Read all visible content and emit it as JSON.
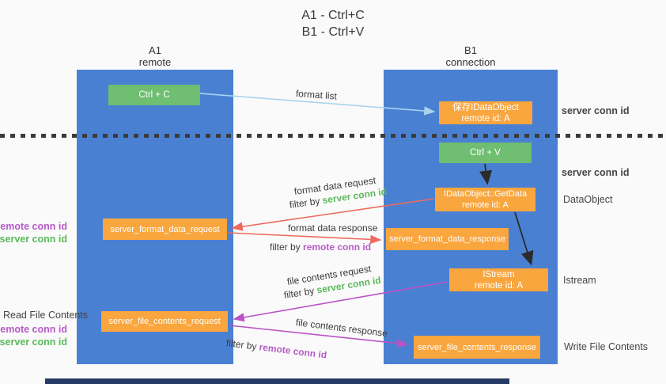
{
  "title": {
    "line1": "A1 - Ctrl+C",
    "line2": "B1 - Ctrl+V"
  },
  "lanes": {
    "left": {
      "title": "A1",
      "subtitle": "remote"
    },
    "right": {
      "title": "B1",
      "subtitle": "connection"
    }
  },
  "nodes": {
    "ctrl_c": {
      "label": "Ctrl + C"
    },
    "ctrl_v": {
      "label": "Ctrl + V"
    },
    "save_idataobject": {
      "line1": "保存IDataObject",
      "line2": "remote id: A"
    },
    "getdata": {
      "line1": "IDataObject::GetData",
      "line2": "remote id: A"
    },
    "istream": {
      "line1": "IStream",
      "line2": "remote id: A"
    },
    "server_format_data_request": {
      "label": "server_format_data_request"
    },
    "server_format_data_response": {
      "label": "server_format_data_response"
    },
    "server_file_contents_request": {
      "label": "server_file_contents_request"
    },
    "server_file_contents_response": {
      "label": "server_file_contents_response"
    }
  },
  "arrow_labels": {
    "format_list": "format list",
    "format_data_request": "format data request",
    "format_data_response": "format data response",
    "file_contents_request": "file contents request",
    "file_contents_response": "file contents response",
    "filter_by": "filter by",
    "server_conn_id": "server conn id",
    "remote_conn_id": "remote conn id"
  },
  "side_labels": {
    "server_conn_id": "server conn id",
    "remote_conn_id": "remote conn id",
    "dataobject": "DataObject",
    "istream": "Istream",
    "read_file_contents": "Read File Contents",
    "write_file_contents": "Write File Contents"
  },
  "colors": {
    "lane_blue": "#4a80d2",
    "box_green": "#6fbe71",
    "box_orange": "#f9a63e",
    "text_green": "#5cb85c",
    "text_purple": "#b55bc7",
    "arrow_red": "#ee6a5c",
    "arrow_magenta": "#bb53c5",
    "arrow_blue": "#a9d3ef",
    "arrow_black": "#2b2b2b"
  }
}
